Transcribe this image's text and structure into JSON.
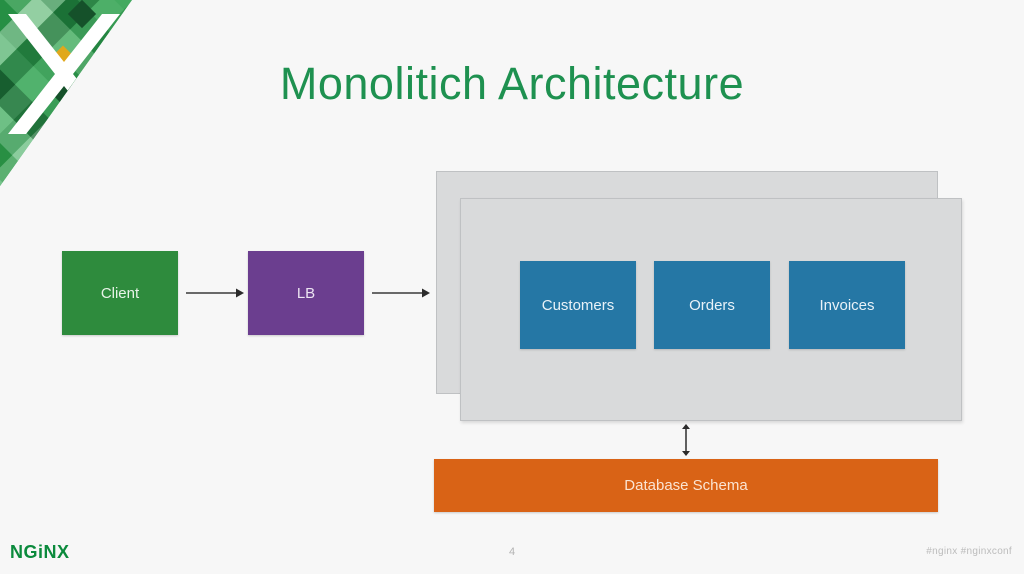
{
  "slide": {
    "title": "Monolitich Architecture",
    "title_color": "#1e9150",
    "background_color": "#f7f7f7"
  },
  "logo": {
    "corner_name": "nginx-x-corner-logo",
    "accent_green": "#2f9e4f",
    "accent_dark_green": "#15512a",
    "accent_gold": "#e0a81c"
  },
  "diagram": {
    "nodes": [
      {
        "id": "client",
        "label": "Client",
        "color": "#2e8b3d"
      },
      {
        "id": "lb",
        "label": "LB",
        "color": "#6b3e8f"
      },
      {
        "id": "database",
        "label": "Database Schema",
        "color": "#d96316"
      }
    ],
    "panel": {
      "name": "monolith-instance-stack",
      "count": 2,
      "color": "#d9dadb",
      "border_color": "#bfc1c3"
    },
    "modules": [
      {
        "id": "customers",
        "label": "Customers",
        "color": "#2577a5"
      },
      {
        "id": "orders",
        "label": "Orders",
        "color": "#2577a5"
      },
      {
        "id": "invoices",
        "label": "Invoices",
        "color": "#2577a5"
      }
    ],
    "arrows": [
      {
        "id": "client-to-lb",
        "direction": "right"
      },
      {
        "id": "lb-to-monolith",
        "direction": "right"
      },
      {
        "id": "monolith-to-database",
        "direction": "both"
      }
    ]
  },
  "footer": {
    "brand": "NGiNX",
    "page_number": "4",
    "hashtags": "#nginx  #nginxconf"
  }
}
